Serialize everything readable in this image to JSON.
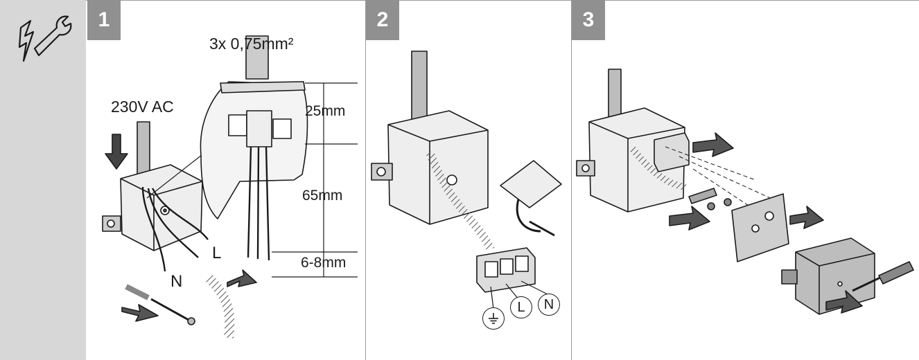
{
  "steps": [
    {
      "number": "1"
    },
    {
      "number": "2"
    },
    {
      "number": "3"
    }
  ],
  "panel1": {
    "voltage": "230V AC",
    "cable_spec": "3x 0,75mm²",
    "dim_top": "25mm",
    "dim_mid": "65mm",
    "dim_bottom": "6-8mm",
    "wire_n": "N",
    "wire_l": "L"
  },
  "panel2": {
    "terminals": [
      "L",
      "N"
    ]
  },
  "icons": {
    "sidebar": "electrician-tools-icon",
    "earth": "earth-ground-icon",
    "arrow": "push-arrow-icon"
  }
}
